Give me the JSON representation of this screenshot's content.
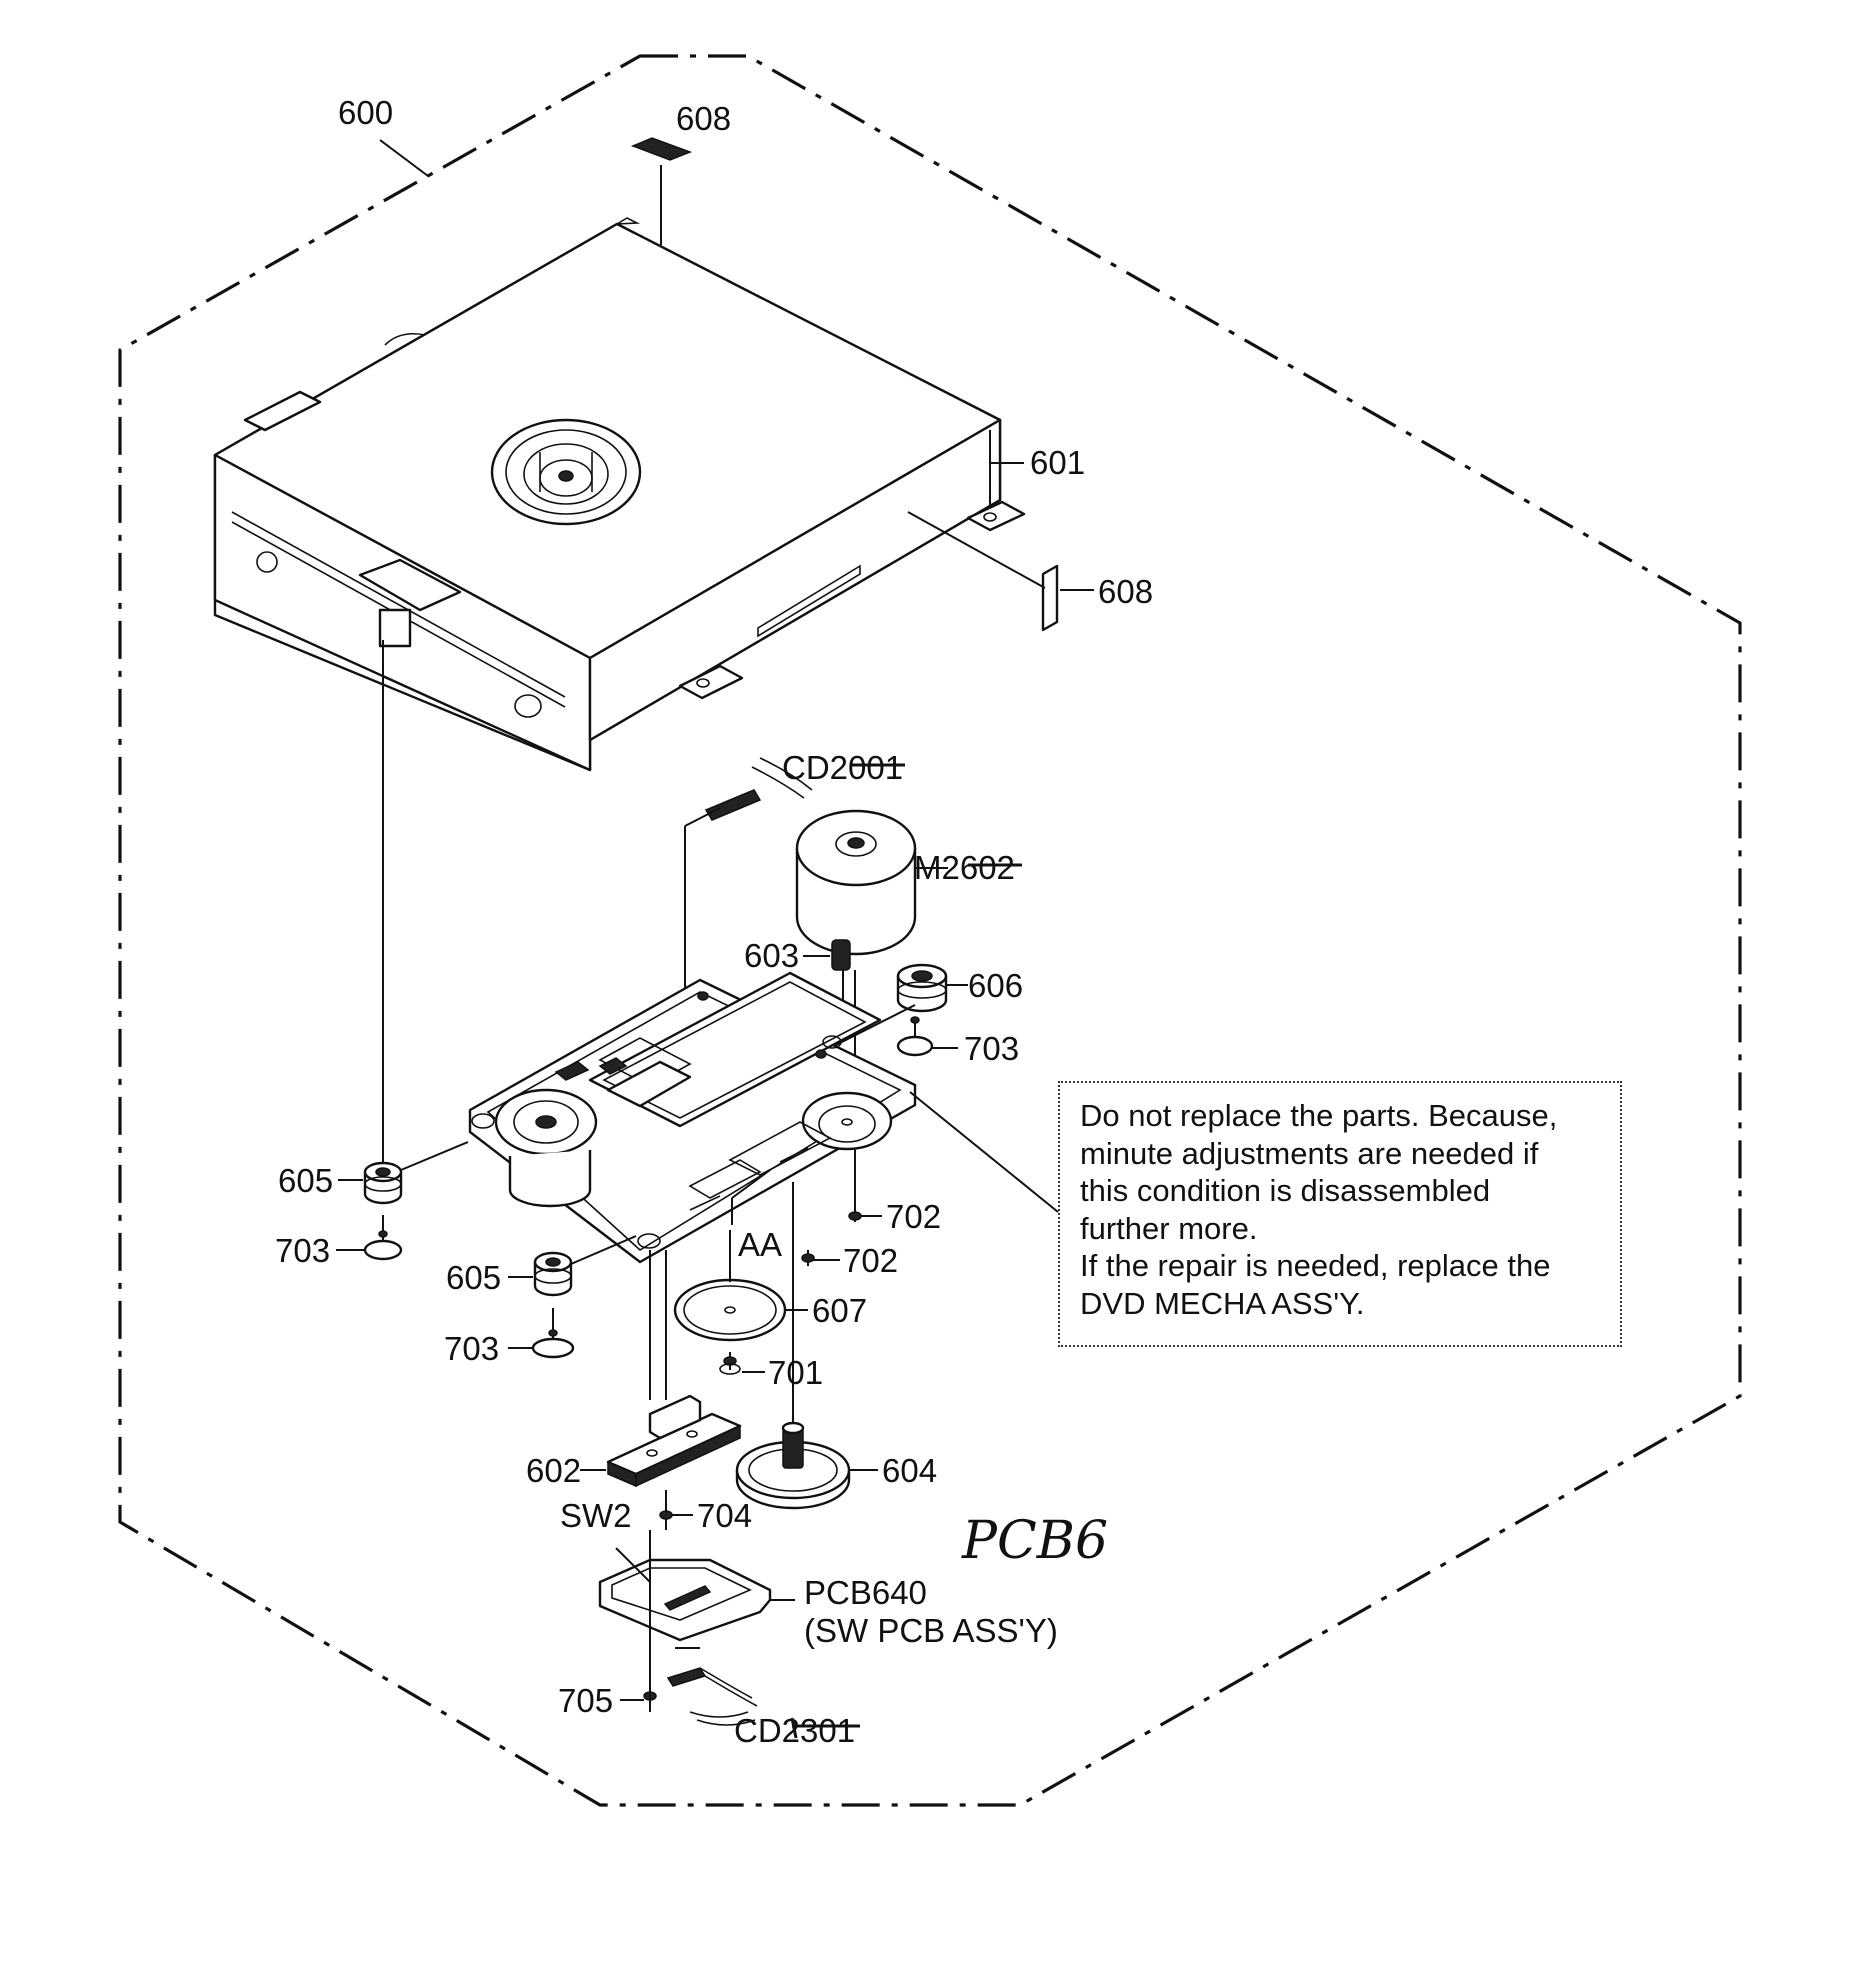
{
  "labels": {
    "assembly": "600",
    "label_top_a": "608",
    "label_top_b": "608",
    "mecha_chassis": "601",
    "flex_cable_top": "CD2001",
    "sled_motor": "M2602",
    "spring": "603",
    "damper_right": "606",
    "screw_703_right": "703",
    "damper_left": "605",
    "screw_703_left": "703",
    "screw_702_a": "702",
    "screw_702_b": "702",
    "area_mark": "AA",
    "damper_center": "605",
    "screw_703_center": "703",
    "gear_disc": "607",
    "screw_701": "701",
    "switch_holder": "602",
    "turntable": "604",
    "screw_704": "704",
    "switch": "SW2",
    "pcb_ref": "PCB640",
    "pcb_name": "(SW PCB ASS'Y)",
    "screw_705": "705",
    "flex_cable_bottom": "CD2301",
    "handwritten": "PCB6"
  },
  "note": {
    "lines": [
      "Do not replace the parts. Because,",
      "minute adjustments are needed if",
      "this condition is disassembled",
      "further more.",
      "If the repair is needed, replace the",
      "DVD MECHA ASS'Y."
    ]
  }
}
